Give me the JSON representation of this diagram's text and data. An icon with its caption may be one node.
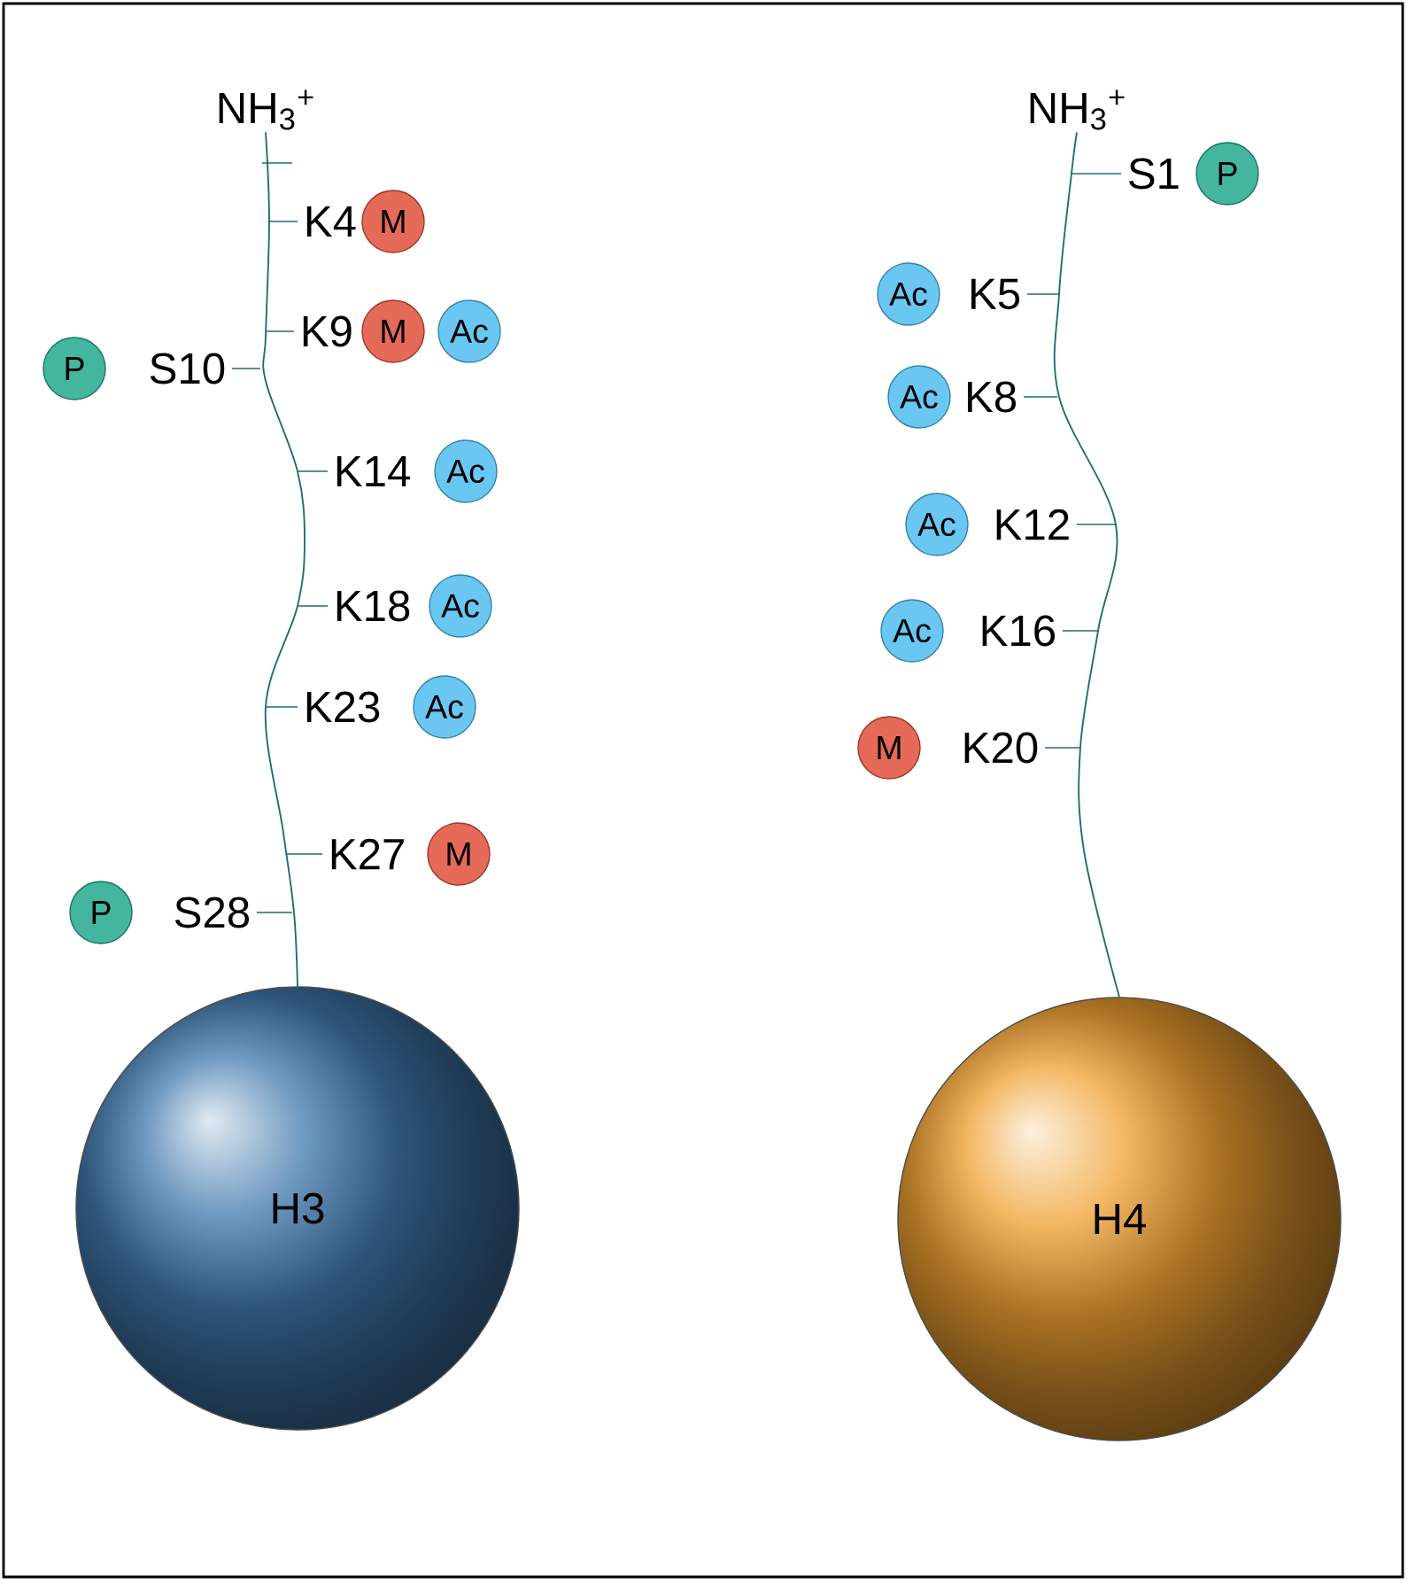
{
  "diagram": {
    "nodes": [
      {
        "text": [
          "NH$_{3}$$^{+}$"
        ]
      },
      {
        "text": [
          "H3"
        ]
      },
      {
        "text": [
          "NH$_{3}$$^{+}$"
        ]
      },
      {
        "text": [
          "H4"
        ]
      },
      {
        "text": [
          "M"
        ]
      },
      {
        "text": [
          "M"
        ]
      },
      {
        "text": [
          "Ac"
        ]
      },
      {
        "text": [
          "P"
        ]
      },
      {
        "text": [
          "Ac"
        ]
      },
      {
        "text": [
          "Ac"
        ]
      },
      {
        "text": [
          "Ac"
        ]
      },
      {
        "text": [
          "M"
        ]
      },
      {
        "text": [
          "P"
        ]
      },
      {
        "text": [
          "P"
        ]
      },
      {
        "text": [
          "Ac"
        ]
      },
      {
        "text": [
          "Ac"
        ]
      },
      {
        "text": [
          "Ac"
        ]
      },
      {
        "text": [
          "Ac"
        ]
      },
      {
        "text": [
          "M"
        ]
      }
    ],
    "edges": [
      {
        "from": 0,
        "to": 1,
        "arrow": "none"
      },
      {
        "from": 2,
        "to": 3,
        "arrow": "none"
      }
    ],
    "labels": [
      "K4",
      "K9",
      "S10",
      "K14",
      "K18",
      "K23",
      "K27",
      "S28",
      "S1",
      "K5",
      "K8",
      "K12",
      "K16",
      "K20"
    ]
  }
}
